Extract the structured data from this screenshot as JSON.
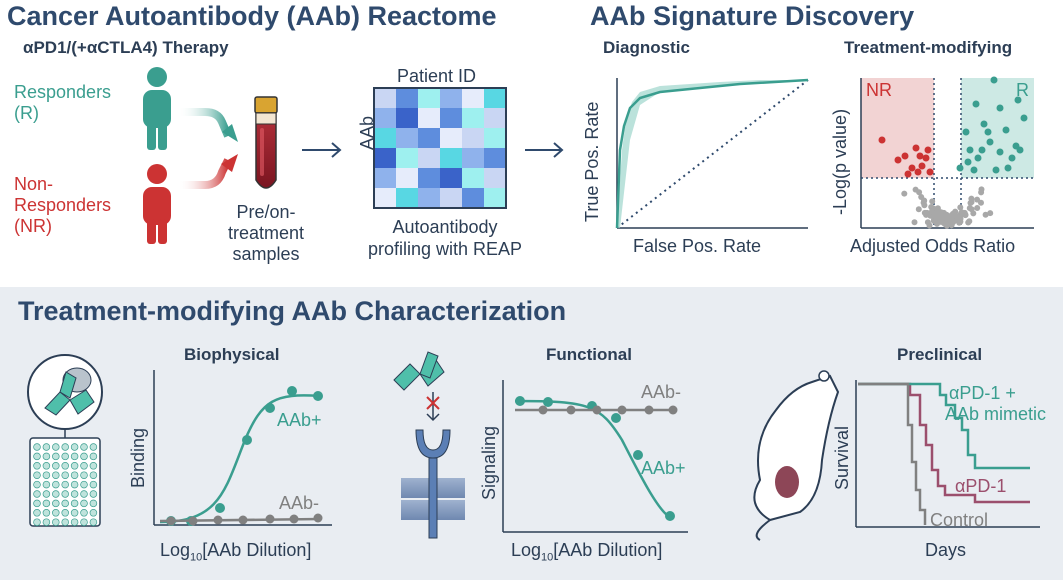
{
  "reactome": {
    "title": "Cancer Autoantibody (AAb) Reactome",
    "therapy": "αPD1/(+αCTLA4) Therapy",
    "responders": [
      "Responders",
      "(R)"
    ],
    "non_responders": [
      "Non-",
      "Responders",
      "(NR)"
    ],
    "samples": [
      "Pre/on-",
      "treatment",
      "samples"
    ],
    "patient_id": "Patient ID",
    "aab_axis": "AAb",
    "profiling": [
      "Autoantibody",
      "profiling with REAP"
    ]
  },
  "discovery": {
    "title": "AAb Signature Discovery",
    "diagnostic": {
      "title": "Diagnostic",
      "ylabel": "True Pos. Rate",
      "xlabel": "False Pos. Rate"
    },
    "treatment_modifying": {
      "title": "Treatment-modifying",
      "ylabel": "-Log(p value)",
      "xlabel": "Adjusted Odds Ratio",
      "nr": "NR",
      "r": "R"
    }
  },
  "characterization": {
    "title": "Treatment-modifying AAb Characterization",
    "biophysical": {
      "title": "Biophysical",
      "ylabel": "Binding",
      "xlabel_pre": "Log",
      "xlabel_sub": "10",
      "xlabel_post": "[AAb Dilution]",
      "series_pos": "AAb+",
      "series_neg": "AAb-"
    },
    "functional": {
      "title": "Functional",
      "ylabel": "Signaling",
      "xlabel_pre": "Log",
      "xlabel_sub": "10",
      "xlabel_post": "[AAb Dilution]",
      "series_neg": "AAb-",
      "series_pos": "AAb+"
    },
    "preclinical": {
      "title": "Preclinical",
      "ylabel": "Survival",
      "xlabel": "Days",
      "series_combo": [
        "αPD-1 +",
        "AAb mimetic"
      ],
      "series_apd1": "αPD-1",
      "series_control": "Control"
    }
  },
  "colors": {
    "teal": "#3a9e8f",
    "red": "#cc3333",
    "navy": "#2f4a6d",
    "gray": "#808080",
    "mauve": "#9b4f6d"
  }
}
